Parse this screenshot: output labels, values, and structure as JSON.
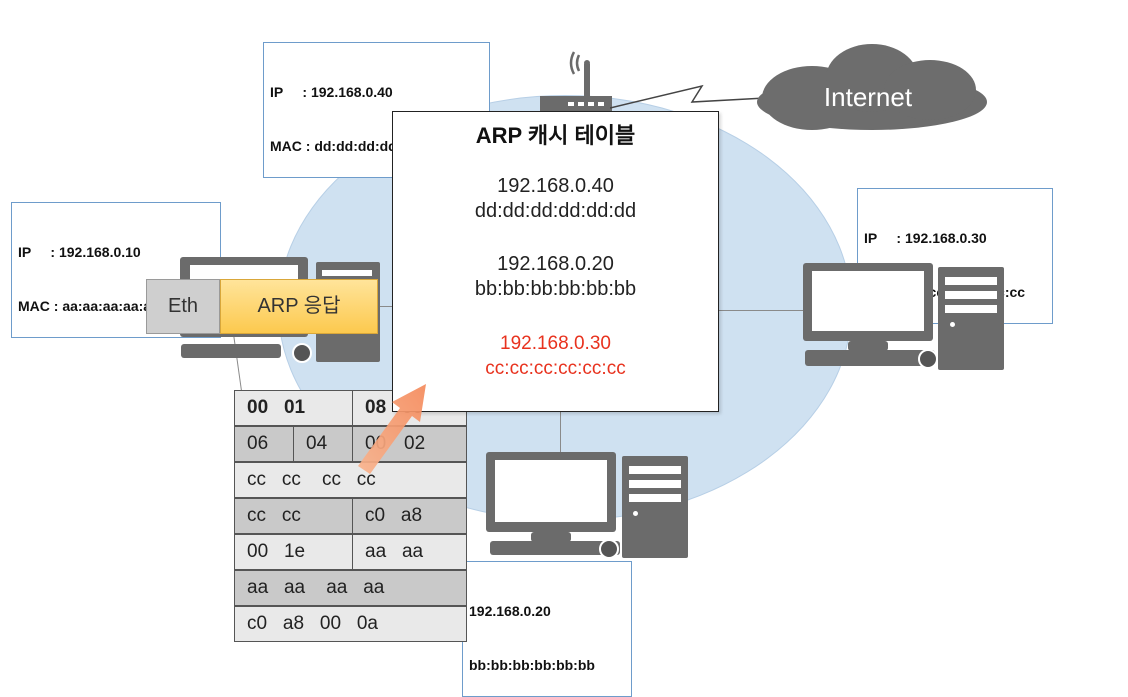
{
  "cloud": {
    "label": "Internet"
  },
  "router_info": {
    "ip_line": "IP     : 192.168.0.40",
    "mac_line": "MAC : dd:dd:dd:dd:dd:dd"
  },
  "host_a_info": {
    "ip_line": "IP     : 192.168.0.10",
    "mac_line": "MAC : aa:aa:aa:aa:aa:aa"
  },
  "host_c_info": {
    "ip_line": "IP     : 192.168.0.30",
    "mac_line": "MAC : cc:cc:cc:cc:cc:cc"
  },
  "host_b_info": {
    "ip_line": "192.168.0.20",
    "mac_line": "bb:bb:bb:bb:bb:bb"
  },
  "arp_cache": {
    "title": "ARP 캐시 테이블",
    "entries": [
      {
        "ip": "192.168.0.40",
        "mac": "dd:dd:dd:dd:dd:dd"
      },
      {
        "ip": "192.168.0.20",
        "mac": "bb:bb:bb:bb:bb:bb"
      },
      {
        "ip": "192.168.0.30",
        "mac": "cc:cc:cc:cc:cc:cc"
      }
    ],
    "highlight_color": "#e8321e"
  },
  "frame": {
    "eth_label": "Eth",
    "arp_label": "ARP 응답"
  },
  "packet": {
    "rows": [
      [
        "00   01",
        "08   00"
      ],
      [
        "06",
        "04",
        "00",
        "02"
      ],
      [
        "cc   cc    cc   cc"
      ],
      [
        "cc   cc",
        "c0   a8"
      ],
      [
        "00   1e",
        "aa   aa"
      ],
      [
        "aa   aa    aa   aa"
      ],
      [
        "c0   a8   00   0a"
      ]
    ]
  }
}
